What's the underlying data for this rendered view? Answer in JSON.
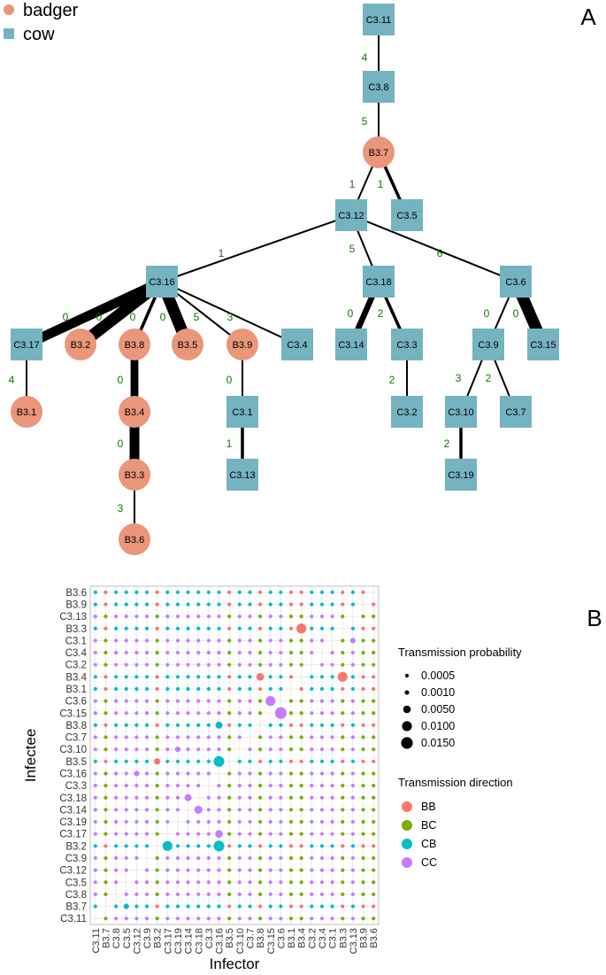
{
  "panel_a": {
    "label": "A",
    "legend": [
      {
        "label": "badger",
        "kind": "badger"
      },
      {
        "label": "cow",
        "kind": "cow"
      }
    ],
    "colors": {
      "badger": "#E9967A",
      "cow": "#75B3C0",
      "edge": "#000000",
      "edge_label": "#1a6e0d"
    },
    "nodes": [
      {
        "id": "C3.11",
        "kind": "cow"
      },
      {
        "id": "C3.8",
        "kind": "cow"
      },
      {
        "id": "B3.7",
        "kind": "badger"
      },
      {
        "id": "C3.12",
        "kind": "cow"
      },
      {
        "id": "C3.5",
        "kind": "cow"
      },
      {
        "id": "C3.16",
        "kind": "cow"
      },
      {
        "id": "C3.18",
        "kind": "cow"
      },
      {
        "id": "C3.6",
        "kind": "cow"
      },
      {
        "id": "C3.17",
        "kind": "cow"
      },
      {
        "id": "B3.2",
        "kind": "badger"
      },
      {
        "id": "B3.8",
        "kind": "badger"
      },
      {
        "id": "B3.5",
        "kind": "badger"
      },
      {
        "id": "B3.9",
        "kind": "badger"
      },
      {
        "id": "C3.4",
        "kind": "cow"
      },
      {
        "id": "C3.14",
        "kind": "cow"
      },
      {
        "id": "C3.3",
        "kind": "cow"
      },
      {
        "id": "C3.9",
        "kind": "cow"
      },
      {
        "id": "C3.15",
        "kind": "cow"
      },
      {
        "id": "B3.1",
        "kind": "badger"
      },
      {
        "id": "B3.4",
        "kind": "badger"
      },
      {
        "id": "C3.1",
        "kind": "cow"
      },
      {
        "id": "C3.2",
        "kind": "cow"
      },
      {
        "id": "C3.10",
        "kind": "cow"
      },
      {
        "id": "C3.7",
        "kind": "cow"
      },
      {
        "id": "B3.3",
        "kind": "badger"
      },
      {
        "id": "C3.13",
        "kind": "cow"
      },
      {
        "id": "C3.19",
        "kind": "cow"
      },
      {
        "id": "B3.6",
        "kind": "badger"
      }
    ],
    "edges": [
      {
        "from": "C3.11",
        "to": "C3.8",
        "label": "4",
        "weight": 1
      },
      {
        "from": "C3.8",
        "to": "B3.7",
        "label": "5",
        "weight": 1
      },
      {
        "from": "B3.7",
        "to": "C3.12",
        "label": "1",
        "weight": 1
      },
      {
        "from": "B3.7",
        "to": "C3.5",
        "label": "1",
        "weight": 2
      },
      {
        "from": "C3.12",
        "to": "C3.16",
        "label": "1",
        "weight": 1
      },
      {
        "from": "C3.12",
        "to": "C3.18",
        "label": "5",
        "weight": 1
      },
      {
        "from": "C3.12",
        "to": "C3.6",
        "label": "6",
        "weight": 1
      },
      {
        "from": "C3.16",
        "to": "C3.17",
        "label": "0",
        "weight": 5
      },
      {
        "from": "C3.16",
        "to": "B3.2",
        "label": "0",
        "weight": 6
      },
      {
        "from": "C3.16",
        "to": "B3.8",
        "label": "0",
        "weight": 2
      },
      {
        "from": "C3.16",
        "to": "B3.5",
        "label": "0",
        "weight": 6
      },
      {
        "from": "C3.16",
        "to": "B3.9",
        "label": "5",
        "weight": 1
      },
      {
        "from": "C3.16",
        "to": "C3.4",
        "label": "3",
        "weight": 1
      },
      {
        "from": "C3.18",
        "to": "C3.14",
        "label": "0",
        "weight": 3
      },
      {
        "from": "C3.18",
        "to": "C3.3",
        "label": "2",
        "weight": 2
      },
      {
        "from": "C3.6",
        "to": "C3.9",
        "label": "0",
        "weight": 1
      },
      {
        "from": "C3.6",
        "to": "C3.15",
        "label": "0",
        "weight": 6
      },
      {
        "from": "C3.17",
        "to": "B3.1",
        "label": "4",
        "weight": 1
      },
      {
        "from": "B3.8",
        "to": "B3.4",
        "label": "0",
        "weight": 4
      },
      {
        "from": "B3.9",
        "to": "C3.1",
        "label": "0",
        "weight": 1
      },
      {
        "from": "C3.3",
        "to": "C3.2",
        "label": "2",
        "weight": 1
      },
      {
        "from": "C3.9",
        "to": "C3.10",
        "label": "3",
        "weight": 1
      },
      {
        "from": "C3.9",
        "to": "C3.7",
        "label": "2",
        "weight": 1
      },
      {
        "from": "B3.4",
        "to": "B3.3",
        "label": "0",
        "weight": 5
      },
      {
        "from": "C3.1",
        "to": "C3.13",
        "label": "1",
        "weight": 2
      },
      {
        "from": "C3.10",
        "to": "C3.19",
        "label": "2",
        "weight": 2
      },
      {
        "from": "B3.3",
        "to": "B3.6",
        "label": "3",
        "weight": 1
      }
    ]
  },
  "panel_b": {
    "label": "B",
    "xlabel": "Infector",
    "ylabel": "Infectee",
    "x_labels": [
      "C3.11",
      "B3.7",
      "C3.8",
      "C3.5",
      "C3.12",
      "C3.9",
      "B3.2",
      "C3.17",
      "C3.19",
      "C3.14",
      "C3.18",
      "C3.3",
      "C3.16",
      "B3.5",
      "C3.10",
      "C3.7",
      "B3.8",
      "C3.15",
      "C3.6",
      "B3.1",
      "B3.4",
      "C3.2",
      "C3.4",
      "C3.1",
      "B3.3",
      "C3.13",
      "B3.9",
      "B3.6"
    ],
    "y_labels": [
      "B3.6",
      "B3.9",
      "C3.13",
      "B3.3",
      "C3.1",
      "C3.4",
      "C3.2",
      "B3.4",
      "B3.1",
      "C3.6",
      "C3.15",
      "B3.8",
      "C3.7",
      "C3.10",
      "B3.5",
      "C3.16",
      "C3.3",
      "C3.18",
      "C3.14",
      "C3.19",
      "C3.17",
      "B3.2",
      "C3.9",
      "C3.12",
      "C3.5",
      "C3.8",
      "B3.7",
      "C3.11"
    ],
    "size_legend_title": "Transmission probability",
    "size_legend": [
      {
        "label": "0.0005",
        "value": 0.0005
      },
      {
        "label": "0.0010",
        "value": 0.001
      },
      {
        "label": "0.0050",
        "value": 0.005
      },
      {
        "label": "0.0100",
        "value": 0.01
      },
      {
        "label": "0.0150",
        "value": 0.015
      }
    ],
    "color_legend_title": "Transmission direction",
    "color_legend": [
      {
        "label": "BB",
        "color": "#F8766D"
      },
      {
        "label": "BC",
        "color": "#7CAE00"
      },
      {
        "label": "CB",
        "color": "#00BFC4"
      },
      {
        "label": "CC",
        "color": "#C77CFF"
      }
    ],
    "base_probability": 0.0005,
    "highlights": [
      {
        "infector": "B3.4",
        "infectee": "B3.3",
        "value": 0.01
      },
      {
        "infector": "B3.3",
        "infectee": "B3.4",
        "value": 0.01
      },
      {
        "infector": "C3.6",
        "infectee": "C3.15",
        "value": 0.015
      },
      {
        "infector": "C3.15",
        "infectee": "C3.6",
        "value": 0.01
      },
      {
        "infector": "C3.16",
        "infectee": "B3.5",
        "value": 0.012
      },
      {
        "infector": "C3.16",
        "infectee": "B3.2",
        "value": 0.012
      },
      {
        "infector": "C3.17",
        "infectee": "B3.2",
        "value": 0.01
      },
      {
        "infector": "C3.18",
        "infectee": "C3.14",
        "value": 0.006
      },
      {
        "infector": "C3.14",
        "infectee": "C3.18",
        "value": 0.004
      },
      {
        "infector": "C3.16",
        "infectee": "C3.17",
        "value": 0.005
      },
      {
        "infector": "B3.8",
        "infectee": "B3.4",
        "value": 0.005
      },
      {
        "infector": "C3.16",
        "infectee": "B3.8",
        "value": 0.004
      },
      {
        "infector": "B3.2",
        "infectee": "B3.5",
        "value": 0.003
      },
      {
        "infector": "C3.5",
        "infectee": "B3.7",
        "value": 0.002
      },
      {
        "infector": "C3.19",
        "infectee": "C3.10",
        "value": 0.002
      },
      {
        "infector": "C3.12",
        "infectee": "C3.16",
        "value": 0.002
      },
      {
        "infector": "C3.13",
        "infectee": "C3.1",
        "value": 0.002
      }
    ]
  }
}
